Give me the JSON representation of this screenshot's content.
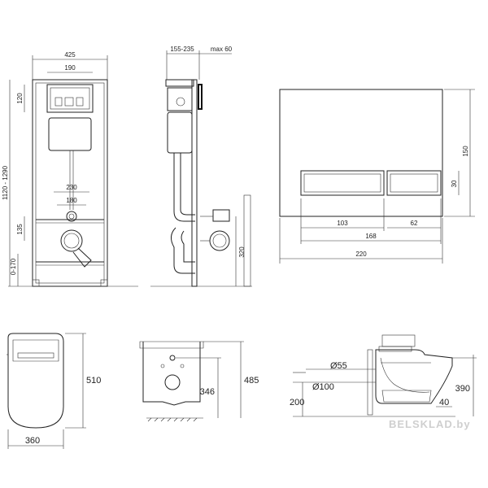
{
  "frame_front": {
    "width": "425",
    "plate_width": "190",
    "plate_height": "120",
    "height": "1120 - 1290",
    "drain_spacing_outer": "230",
    "drain_spacing_inner": "180",
    "drain_height": "135",
    "floor_adjust": "0-170"
  },
  "frame_side": {
    "depth": "155-235",
    "max_depth": "max 60",
    "outlet_height": "320"
  },
  "flush_plate": {
    "height": "150",
    "button_height": "30",
    "left_button": "103",
    "right_button": "62",
    "buttons_total": "168",
    "width": "220"
  },
  "bowl_top": {
    "length": "510",
    "width": "360"
  },
  "bowl_side": {
    "height": "346",
    "total_height": "485"
  },
  "install": {
    "pipe_small": "Ø55",
    "pipe_large": "Ø100",
    "pipe_height": "200",
    "bowl_height": "390",
    "offset": "40"
  },
  "watermark": "BELSKLAD.by"
}
